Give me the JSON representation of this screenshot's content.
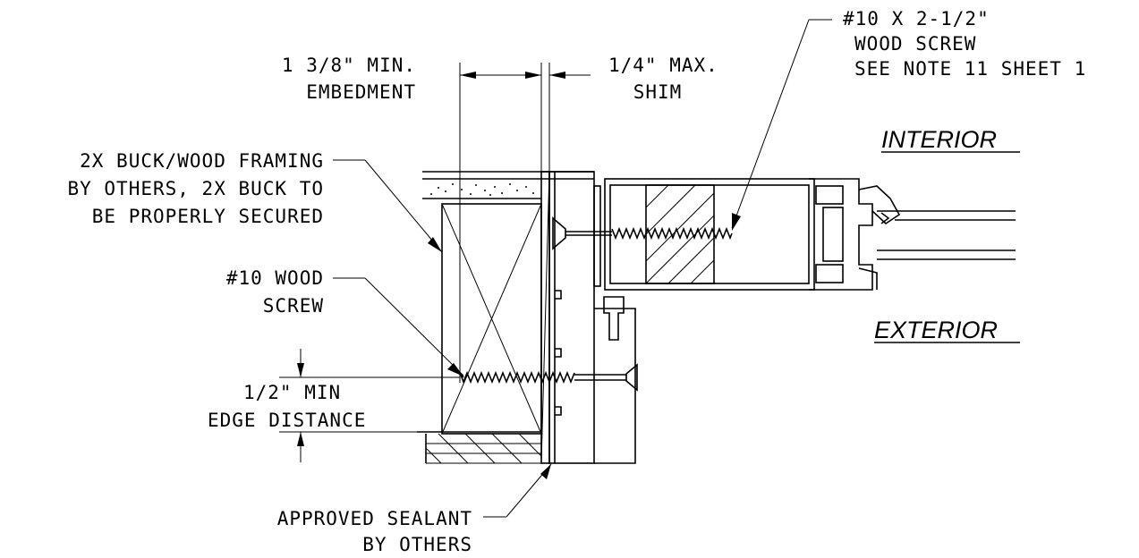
{
  "labels": {
    "embedment_1": "1 3/8\" MIN.",
    "embedment_2": "EMBEDMENT",
    "shim_1": "1/4\" MAX.",
    "shim_2": "SHIM",
    "screw_top_1": "#10 X 2-1/2\"",
    "screw_top_2": "WOOD SCREW",
    "screw_top_3": "SEE NOTE 11 SHEET 1",
    "interior": "INTERIOR",
    "exterior": "EXTERIOR",
    "buck_1": "2X BUCK/WOOD FRAMING",
    "buck_2": "BY OTHERS, 2X BUCK TO",
    "buck_3": "BE PROPERLY SECURED",
    "screw_small_1": "#10 WOOD",
    "screw_small_2": "SCREW",
    "edge_1": "1/2\" MIN",
    "edge_2": "EDGE DISTANCE",
    "sealant_1": "APPROVED SEALANT",
    "sealant_2": "BY OTHERS"
  }
}
